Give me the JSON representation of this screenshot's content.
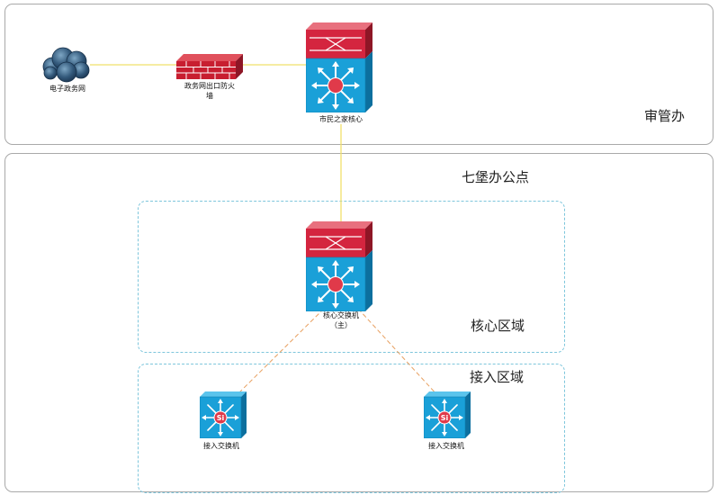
{
  "zones": {
    "top": "审管办",
    "main": "七堡办公点",
    "core": "核心区域",
    "access": "接入区域"
  },
  "devices": {
    "internet": "电子政务网",
    "firewall_line1": "政务网出口防火",
    "firewall_line2": "墙",
    "citizen_core": "市民之家核心",
    "core_main_line1": "核心交换机",
    "core_main_line2": "（主）",
    "access_left": "接入交换机",
    "access_right": "接入交换机",
    "si_mark": "Si"
  },
  "colors": {
    "solid_link": "#f0e06a",
    "dashed_link": "#e8a060",
    "switch_blue": "#1aa0d8",
    "router_red": "#d4253f"
  }
}
